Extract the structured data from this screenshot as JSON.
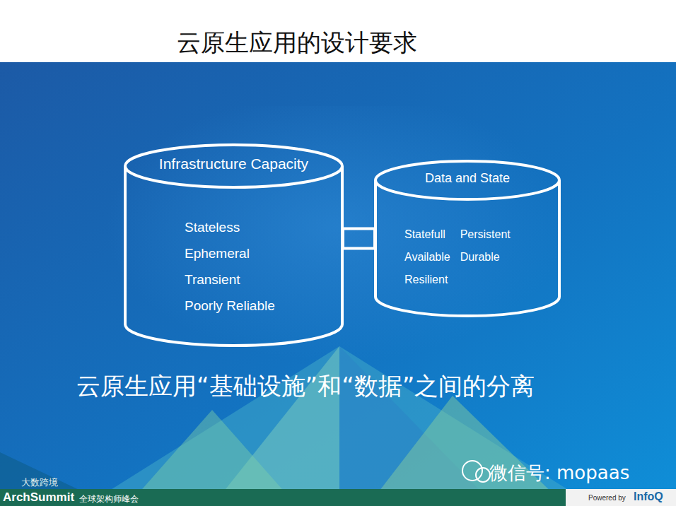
{
  "diagram": {
    "title": "云原生应用的设计要求",
    "caption": "云原生应用“基础设施”和“数据”之间的分离",
    "nodes": [
      {
        "text": [
          "Infrastructure Capacity",
          "Stateless",
          "Ephemeral",
          "Transient",
          "Poorly Reliable"
        ]
      },
      {
        "text": [
          "Data and State",
          "Statefull",
          "Persistent",
          "Available",
          "Durable",
          "Resilient"
        ]
      }
    ],
    "edges": [
      {
        "from": 0,
        "to": 1,
        "arrow": "none"
      }
    ],
    "labels": [
      "微信号: mopaas",
      "大数跨境",
      "ArchSummit",
      "全球架构师峰会",
      "Powered by",
      "InfoQ"
    ]
  }
}
